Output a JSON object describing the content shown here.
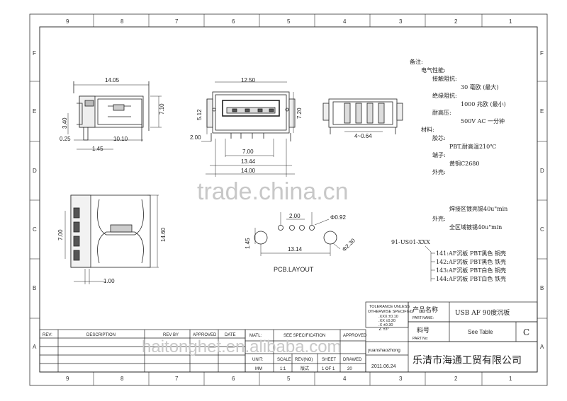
{
  "grid": {
    "columns": [
      "9",
      "8",
      "7",
      "6",
      "5",
      "4",
      "3",
      "2",
      "1"
    ],
    "rows": [
      "F",
      "E",
      "D",
      "C",
      "B",
      "A"
    ]
  },
  "dims": {
    "side_width": "14.05",
    "side_height": "7.10",
    "side_pin_height": "3.40",
    "side_offset": "0.25",
    "side_length": "10.10",
    "side_pin_gap": "1.45",
    "front_top": "12.50",
    "front_height": "7.20",
    "front_left": "5.12",
    "front_tab": "2.00",
    "front_pins": "7.00",
    "front_span": "13.44",
    "front_total": "14.00",
    "back_pitch": "4~0.64",
    "top_depth": "7.00",
    "top_height": "14.60",
    "top_foot": "1.00",
    "pcb_pitch": "2.00",
    "pcb_hole_small": "Φ0.92",
    "pcb_hole_large": "Φ2.30",
    "pcb_offset": "1.45",
    "pcb_span": "13.14"
  },
  "pcb_label": "PCB.LAYOUT",
  "notes": {
    "heading": "备注:",
    "electrical": "电气性能:",
    "contact_res": "接触阻抗:",
    "contact_res_val": "30 毫欧 (最大)",
    "insulation_res": "绝缘阻抗:",
    "insulation_res_val": "1000 兆欧 (最小)",
    "voltage": "耐高压:",
    "voltage_val": "500V AC 一分钟",
    "material": "材料:",
    "housing": "胶芯:",
    "housing_val": "PBT,耐高温210℃",
    "terminal": "端子:",
    "terminal_val": "黄铜C2680",
    "shell": "外壳:",
    "plating_solder": "焊接区镀亮锡40u\"min",
    "plating_shell": "外壳:",
    "plating_shell_val": "全区域镀锡40u\"min"
  },
  "part_series": "91-US01-XXX",
  "part_variants": [
    "141:AF沉板 PBT黑色 铜壳",
    "142:AF沉板 PBT黑色 铁壳",
    "143:AF沉板 PBT白色 铜壳",
    "144:AF沉板 PBT白色 铁壳"
  ],
  "tolerance": {
    "title1": "TOLERANCE UNLESS",
    "title2": "OTHERWISE SPECIFIED",
    "r1": ".XXX ±0.10",
    "r2": ".XX  ±0.20",
    "r3": ".X   ±0.30",
    "r4": "∠   ±3°"
  },
  "title_block": {
    "product_name_cn": "产品名称",
    "product_name_en": "PART NAME:",
    "product_name": "USB AF 90度沉板",
    "part_no_cn": "料号",
    "part_no_en": "PART No:",
    "part_no": "See Table",
    "rev_letter": "C",
    "company": "乐清市海通工贸有限公司"
  },
  "revision_table": {
    "rev": "REV:",
    "description": "DESCRIPTION",
    "rev_by": "REV BY",
    "approved": "APPROVED",
    "date": "DATE"
  },
  "info_table": {
    "matl": "MATL:",
    "see_spec": "SEE SPECIFICATION",
    "approved": "APPROVED",
    "unit": "UNIT:",
    "scale": "SCALE",
    "rev_no": "REV(NO)",
    "sheet": "SHEET",
    "drawed": "DRAWED",
    "mm": "MM",
    "scale_val": "1:1",
    "rev_val": "版式",
    "sheet_val": "1 OF 1",
    "drawed_val": "20",
    "drawer": "yuanshaozhong",
    "draw_date": "2011.06.24"
  },
  "watermarks": {
    "center": "trade.china.cn",
    "bottom": "haitonghet.en.alibaba.com"
  }
}
